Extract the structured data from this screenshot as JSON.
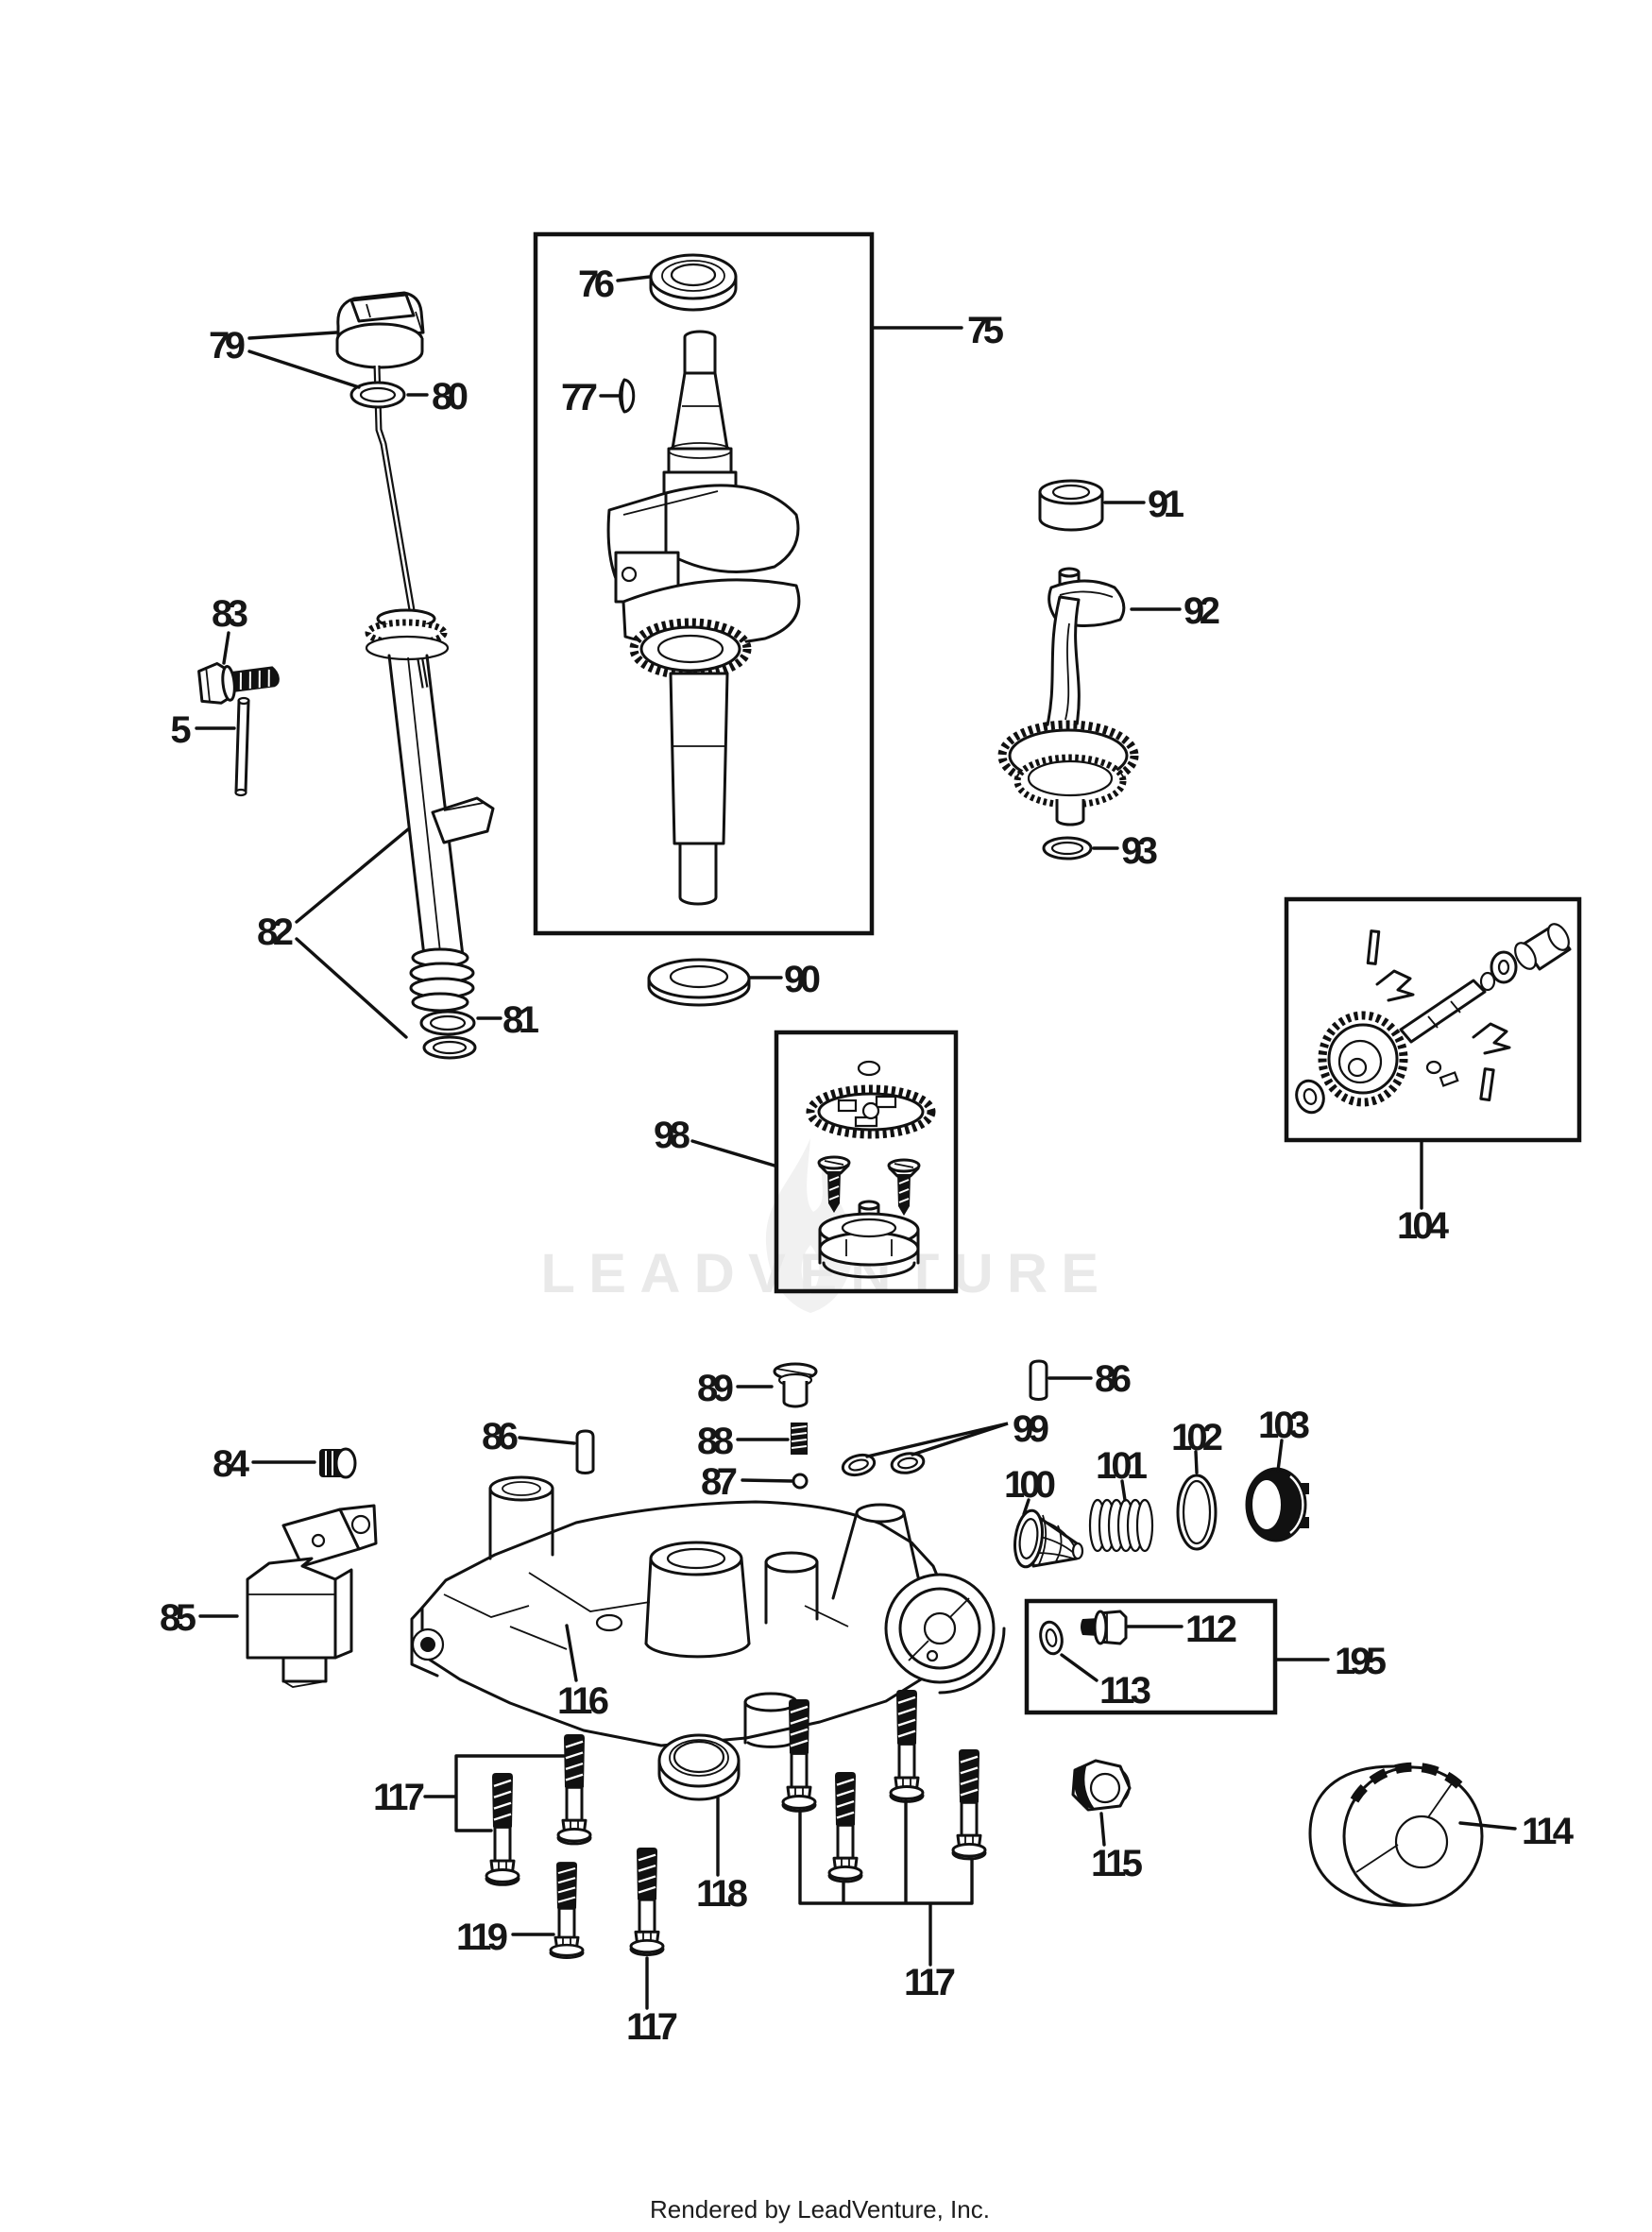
{
  "page": {
    "background": "#ffffff",
    "line_color": "#111111",
    "label_color": "#161616"
  },
  "watermark": {
    "text": "LEADVENTURE",
    "color": "#e9e9e9",
    "flame_icon": "flame-watermark-icon"
  },
  "footer": {
    "text": "Rendered by LeadVenture, Inc."
  },
  "diagram": {
    "type": "exploded-parts-diagram",
    "subject": "engine crankcase, crankshaft, camshaft and oil system",
    "callouts": [
      {
        "part": "79"
      },
      {
        "part": "80"
      },
      {
        "part": "76"
      },
      {
        "part": "77"
      },
      {
        "part": "75"
      },
      {
        "part": "91"
      },
      {
        "part": "92"
      },
      {
        "part": "93"
      },
      {
        "part": "83"
      },
      {
        "part": "5"
      },
      {
        "part": "82"
      },
      {
        "part": "81"
      },
      {
        "part": "90"
      },
      {
        "part": "98"
      },
      {
        "part": "104"
      },
      {
        "part": "89"
      },
      {
        "part": "86"
      },
      {
        "part": "86"
      },
      {
        "part": "88"
      },
      {
        "part": "87"
      },
      {
        "part": "99"
      },
      {
        "part": "100"
      },
      {
        "part": "101"
      },
      {
        "part": "102"
      },
      {
        "part": "103"
      },
      {
        "part": "84"
      },
      {
        "part": "85"
      },
      {
        "part": "116"
      },
      {
        "part": "112"
      },
      {
        "part": "113"
      },
      {
        "part": "195"
      },
      {
        "part": "115"
      },
      {
        "part": "114"
      },
      {
        "part": "117"
      },
      {
        "part": "119"
      },
      {
        "part": "117"
      },
      {
        "part": "117"
      },
      {
        "part": "118"
      }
    ]
  }
}
